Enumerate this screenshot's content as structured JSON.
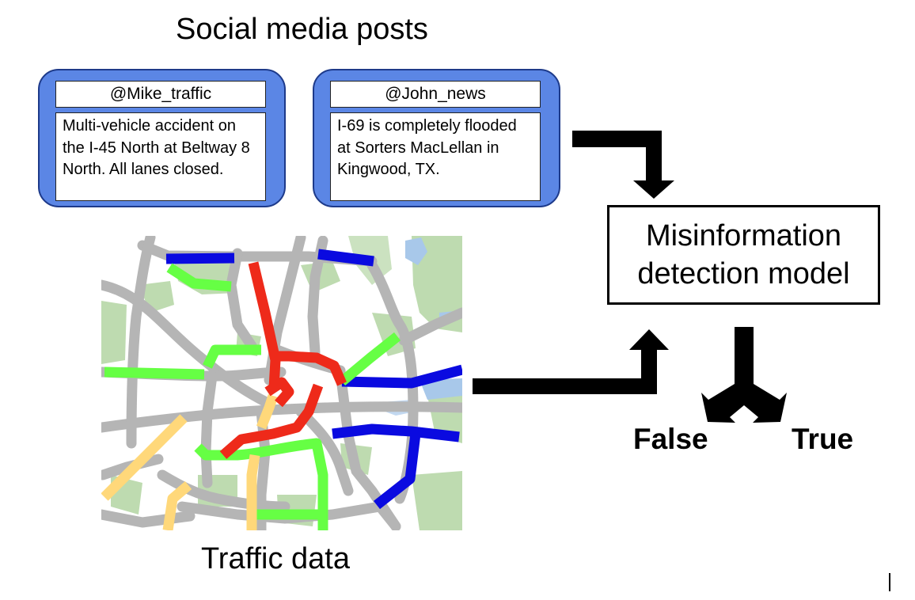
{
  "titles": {
    "social_media_posts": "Social media posts",
    "traffic_data": "Traffic data"
  },
  "posts": [
    {
      "user": "@Mike_traffic",
      "text": "Multi-vehicle accident on the I-45 North at Beltway 8 North. All lanes closed."
    },
    {
      "user": "@John_news",
      "text": "I-69 is completely flooded at Sorters MacLellan in Kingwood, TX."
    }
  ],
  "model": {
    "label": "Misinformation\ndetection model"
  },
  "outputs": {
    "false_label": "False",
    "true_label": "True"
  },
  "map": {
    "congestion_colors": {
      "free_flow": "#66ff44",
      "moderate": "#ffd87a",
      "slow": "#0a0ae0",
      "heavy": "#ee2a1a",
      "no_data": "#b5b5b5"
    },
    "background_colors": {
      "park": "#bedbb0",
      "water": "#a8c8ea",
      "land": "#ffffff"
    }
  },
  "colors": {
    "post_card_fill": "#5b86e5",
    "post_card_border": "#1d3a8a",
    "arrow": "#000000"
  }
}
